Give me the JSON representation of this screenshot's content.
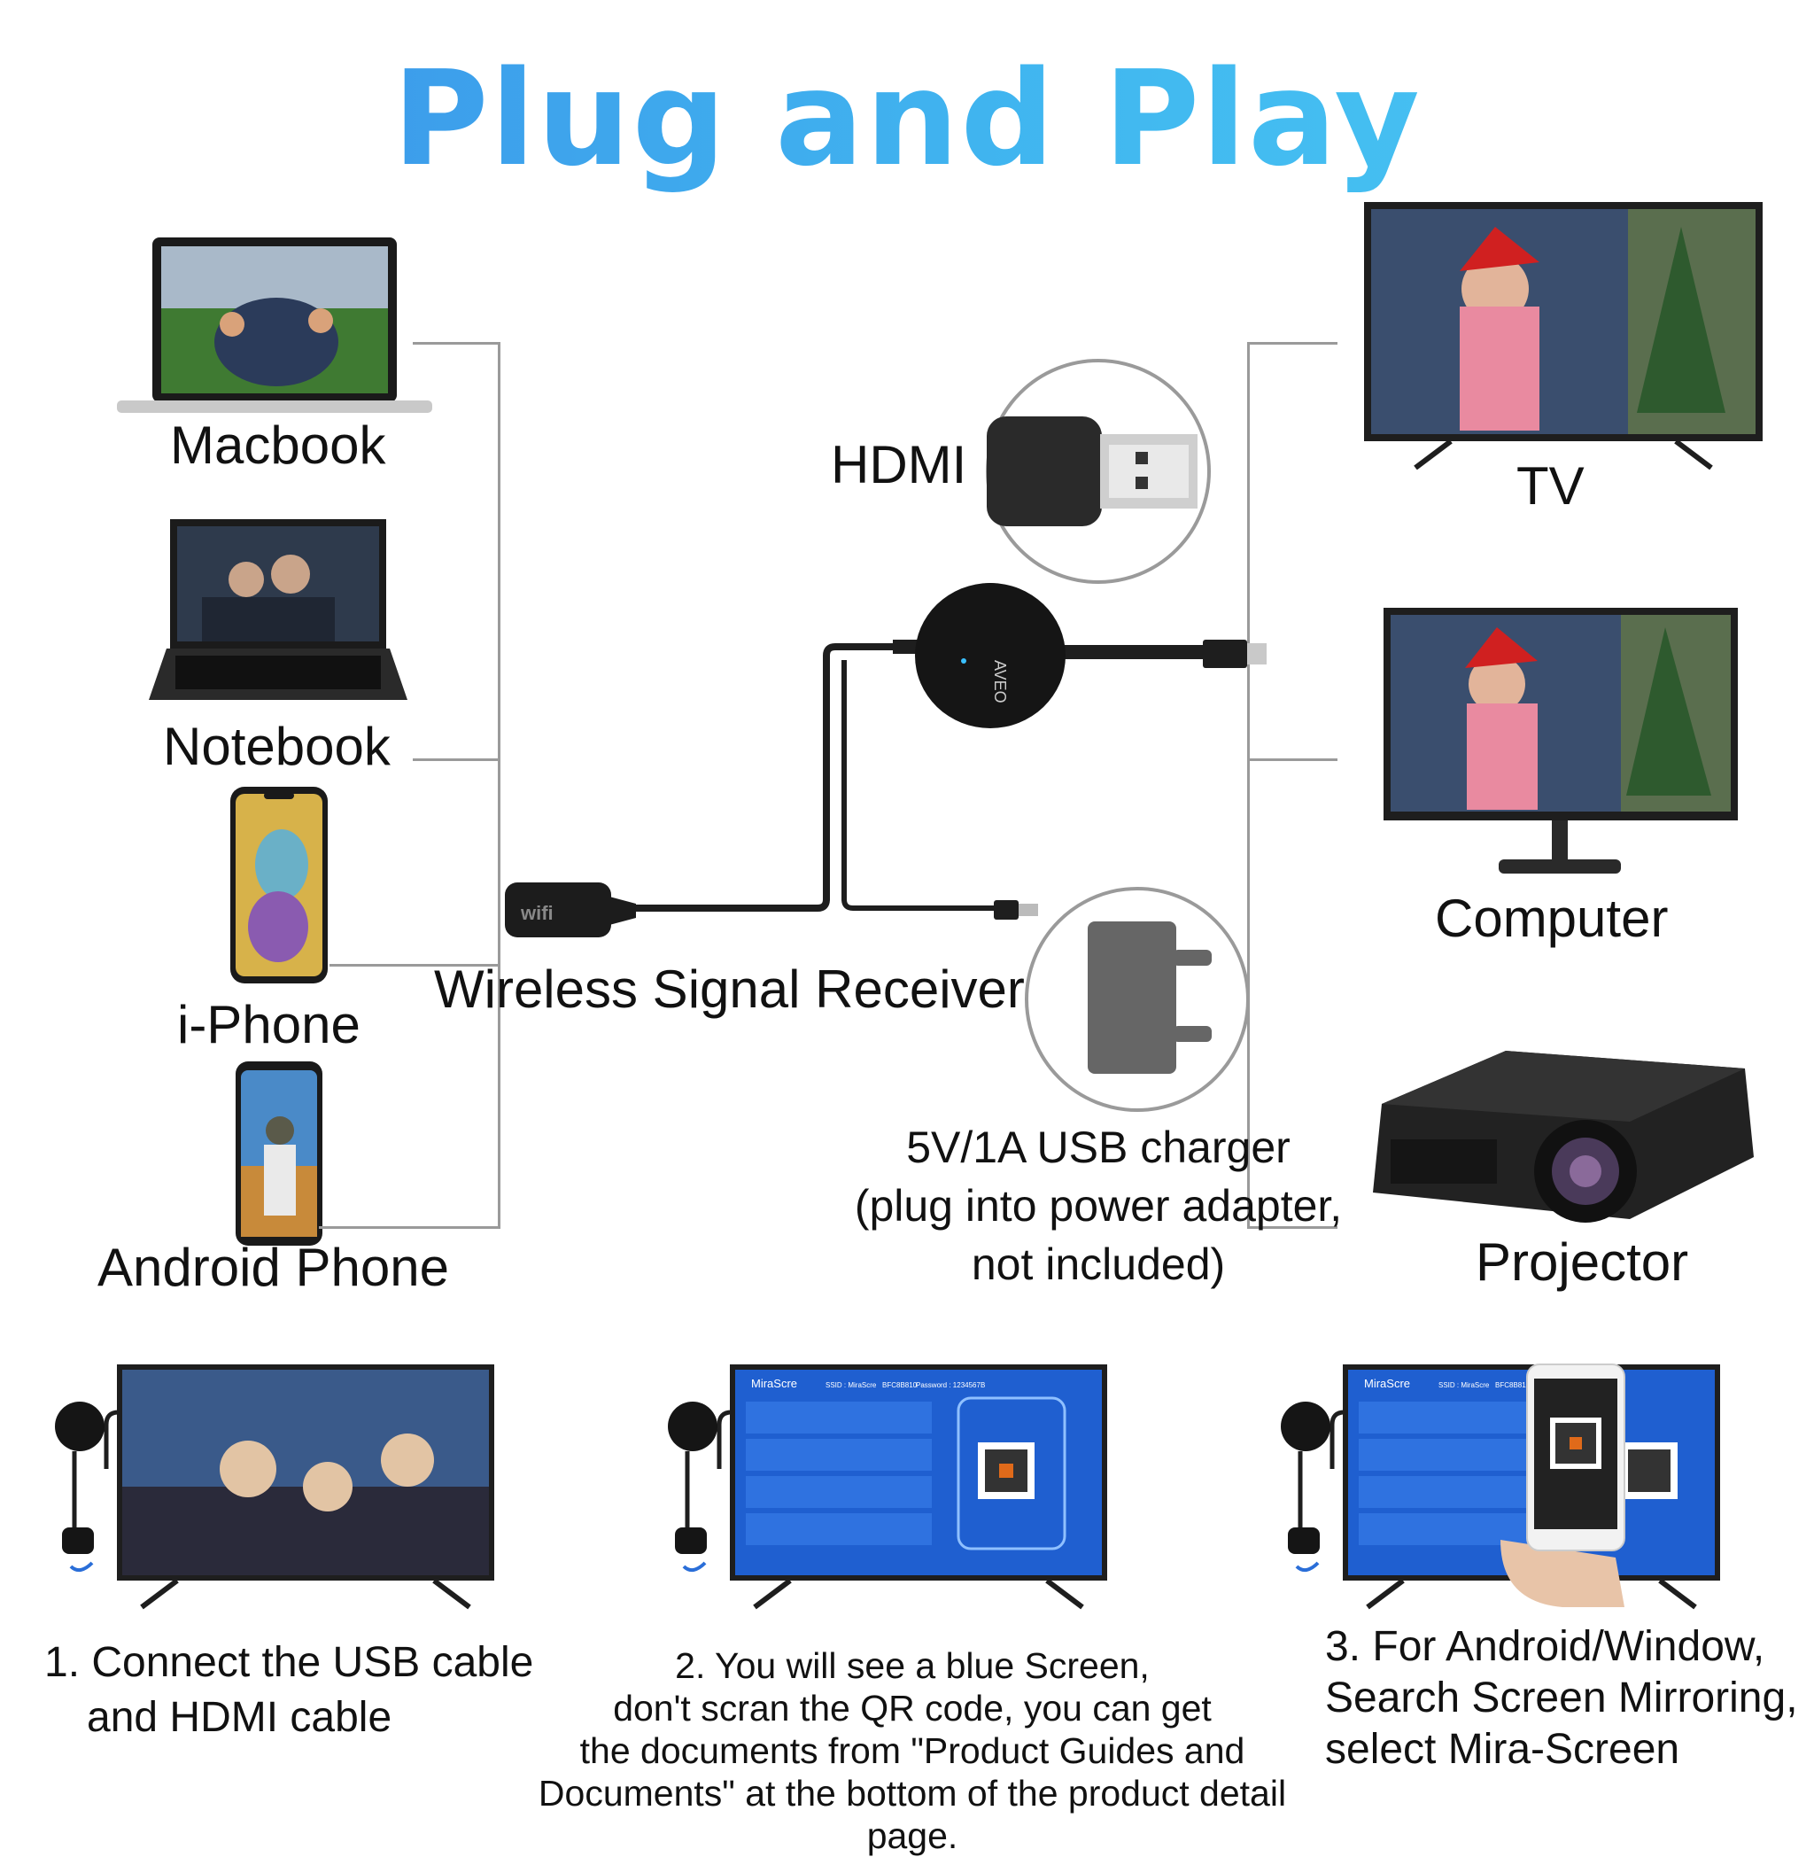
{
  "title": "Plug and Play",
  "sources": {
    "macbook": "Macbook",
    "notebook": "Notebook",
    "iphone": "i-Phone",
    "android": "Android Phone"
  },
  "center": {
    "hdmi": "HDMI",
    "receiver": "Wireless Signal Receiver",
    "receiver_badge": "wifi",
    "dongle_brand": "AVEO",
    "charger_line1": "5V/1A USB charger",
    "charger_line2": "(plug into power adapter,",
    "charger_line3": "not included)"
  },
  "displays": {
    "tv": "TV",
    "computer": "Computer",
    "projector": "Projector"
  },
  "screen_ui": {
    "app": "MiraScre",
    "ssid": "SSID : MiraScre",
    "code": "BFC8B810",
    "password": "Password : 1234567B"
  },
  "steps": {
    "s1_line1": "1. Connect the USB cable",
    "s1_line2": "and HDMI cable",
    "s2_line1": "2. You will see a blue Screen,",
    "s2_line2": "don't scran the QR code, you can get",
    "s2_line3": "the documents from \"Product Guides and",
    "s2_line4": "Documents\" at the bottom of the product detail page.",
    "s3_line1": "3. For Android/Window,",
    "s3_line2": "Search Screen Mirroring,",
    "s3_line3": "select Mira-Screen"
  },
  "colors": {
    "title_gradient_start": "#3a8fe8",
    "title_gradient_end": "#4ac7f3",
    "screen_blue": "#1f5fd0",
    "connector_gray": "#9a9a9a"
  }
}
